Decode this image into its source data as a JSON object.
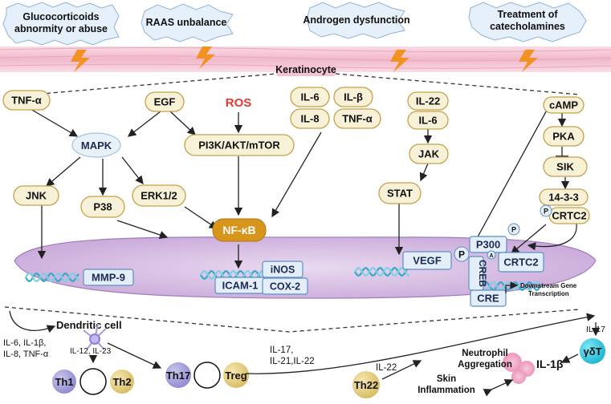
{
  "stressors": [
    "Glucocorticoids abnormity or abuse",
    "RAAS unbalance",
    "Androgen dysfunction",
    "Treatment of catecholamines"
  ],
  "skin_label": "Keratinocyte",
  "pathway": {
    "tnfa": "TNF-α",
    "egf": "EGF",
    "ros": "ROS",
    "mapk": "MAPK",
    "pi3k": "PI3K/AKT/mTOR",
    "jnk": "JNK",
    "p38": "P38",
    "erk": "ERK1/2",
    "nfkb": "NF-κB",
    "il6": "IL-6",
    "ilb": "IL-β",
    "il8": "IL-8",
    "tnfa2": "TNF-α",
    "il22": "IL-22",
    "il6b": "IL-6",
    "jak": "JAK",
    "stat": "STAT",
    "camp": "cAMP",
    "pka": "PKA",
    "sik": "SIK",
    "p1433": "14-3-3",
    "crtc2": "CRTC2",
    "p_small": "P"
  },
  "nucleus": {
    "mmp9": "MMP-9",
    "icam1": "ICAM-1",
    "inos": "iNOS",
    "cox2": "COX-2",
    "vegf": "VEGF",
    "p300": "P300",
    "p": "P",
    "a": "A",
    "crtc2": "CRTC2",
    "creb": "CREB",
    "cre": "CRE",
    "downstream_1": "Downstream Gene",
    "downstream_2": "Transcription"
  },
  "immune": {
    "cytokines_left": [
      "IL-6, IL-1β,",
      "IL-8, TNF-α"
    ],
    "dendritic": "Dendritic cell",
    "il12_23": "IL-12, IL-23",
    "th1": "Th1",
    "th2": "Th2",
    "th17": "Th17",
    "treg": "Treg",
    "il17_group": [
      "IL-17,",
      "IL-21,IL-22"
    ],
    "il22": "IL-22",
    "th22": "Th22",
    "neutrophil": [
      "Neutrophil",
      "Aggregation"
    ],
    "il1b": "IL-1β",
    "gdt": "γδT",
    "il17": "IL-17",
    "skin_inflam": [
      "Skin",
      "Inflammation"
    ]
  },
  "colors": {
    "pill_fill": "#f7f1d8",
    "pill_stroke": "#c4a24a",
    "ros": "#e53935",
    "nfkb": "#d8951c",
    "blue_fill": "#e3eef9",
    "blue_stroke": "#5d8fc4",
    "nucleus": "#dcc6e6",
    "dna": "#3aa8c8",
    "lightning": "#f29321",
    "skin": "#f4c6d4"
  }
}
